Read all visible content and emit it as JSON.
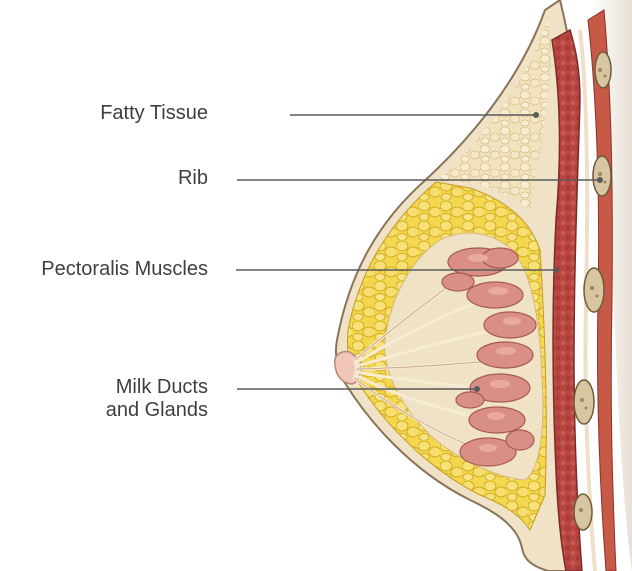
{
  "labels": {
    "fatty_tissue": "Fatty Tissue",
    "rib": "Rib",
    "pectoralis": "Pectoralis Muscles",
    "milk_ducts_line1": "Milk Ducts",
    "milk_ducts_line2": "and Glands"
  },
  "colors": {
    "leader_line": "#5a5a5a",
    "label_text": "#3f3f3f",
    "fat_yellow": "#f2d03e",
    "fat_light": "#f3e2b6",
    "skin": "#efe2c7",
    "muscle": "#b8453f",
    "muscle_dark": "#8f2f2c",
    "rib_bone": "#d8c6a1",
    "gland_pink": "#d98f86",
    "duct_cream": "#f3e9d3"
  }
}
